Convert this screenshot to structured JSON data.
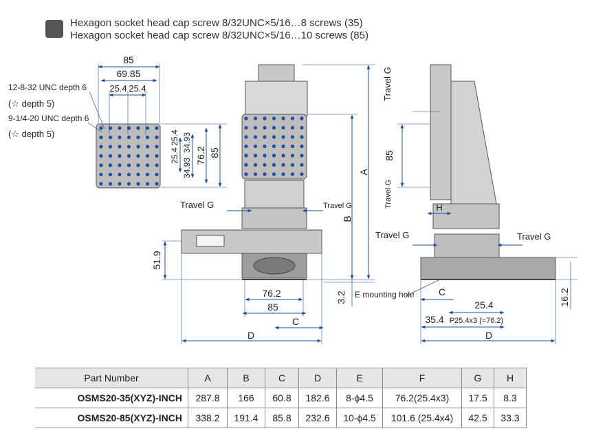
{
  "header": {
    "line1": "Hexagon socket head cap screw 8/32UNC×5/16…8 screws (35)",
    "line2": "Hexagon socket head cap screw 8/32UNC×5/16…10 screws (85)"
  },
  "labels": {
    "dim_85_top": "85",
    "dim_69_85": "69.85",
    "dim_25_4_a": "25.4",
    "dim_25_4_b": "25.4",
    "hole1_line1": "12-8-32 UNC depth 6",
    "hole1_line2": "(☆ depth 5)",
    "hole2_line1": "9-1/4-20 UNC depth 6",
    "hole2_line2": "(☆ depth 5)",
    "dim_v_25_4_a": "25.4",
    "dim_v_25_4_b": "25.4",
    "dim_v_34_93_a": "34.93",
    "dim_v_34_93_b": "34.93",
    "dim_v_76_2": "76.2",
    "dim_v_85": "85",
    "travel_g_left": "Travel G",
    "travel_g_right_small": "Travel G",
    "dim_b": "B",
    "dim_a": "A",
    "dim_51_9": "51.9",
    "dim_3_2": "3.2",
    "dim_76_2_bottom": "76.2",
    "dim_85_bottom": "85",
    "dim_c_front": "C",
    "dim_d_front": "D",
    "e_mounting_hole": "E mounting hole",
    "side_travel_g_top": "Travel G",
    "side_85": "85",
    "side_travel_g_small": "Travel G",
    "side_h": "H",
    "side_travel_g_left": "Travel G",
    "side_travel_g_right": "Travel G",
    "side_c": "C",
    "side_25_4": "25.4",
    "side_35_4": "35.4",
    "side_pitch": "P25.4x3 (=76.2)",
    "side_d": "D",
    "side_16_2": "16.2"
  },
  "table": {
    "headers": [
      "Part Number",
      "A",
      "B",
      "C",
      "D",
      "E",
      "F",
      "G",
      "H"
    ],
    "rows": [
      [
        "OSMS20-35(XYZ)-INCH",
        "287.8",
        "166",
        "60.8",
        "182.6",
        "8-ϕ4.5",
        "76.2(25.4x3)",
        "17.5",
        "8.3"
      ],
      [
        "OSMS20-85(XYZ)-INCH",
        "338.2",
        "191.4",
        "85.8",
        "232.6",
        "10-ϕ4.5",
        "101.6 (25.4x4)",
        "42.5",
        "33.3"
      ]
    ]
  },
  "colors": {
    "line": "#333333",
    "dim": "#1f4fa0",
    "body": "#b5b5b5",
    "body_dark": "#6e6e6e",
    "hole": "#1f4fa0"
  }
}
